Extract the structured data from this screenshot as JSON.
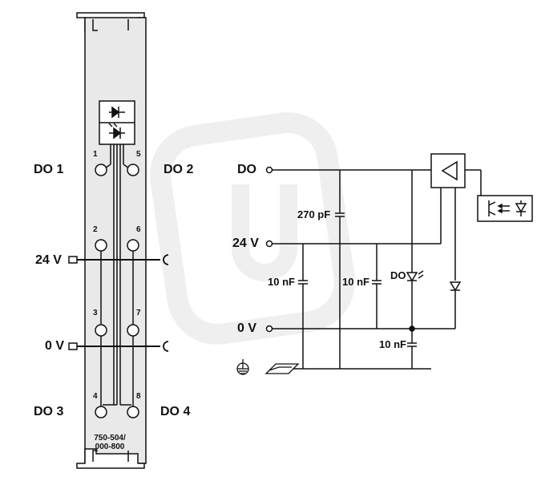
{
  "module": {
    "part_number_line1": "750-504/",
    "part_number_line2": "000-800",
    "pin_numbers": [
      "1",
      "2",
      "3",
      "4",
      "5",
      "6",
      "7",
      "8"
    ],
    "labels": {
      "do1": "DO 1",
      "do2": "DO 2",
      "do3": "DO 3",
      "do4": "DO 4",
      "v24": "24 V",
      "v0": "0 V"
    }
  },
  "circuit": {
    "labels": {
      "do": "DO",
      "v24": "24 V",
      "v0": "0 V",
      "c_270pf": "270 pF",
      "c_10nf_a": "10 nF",
      "c_10nf_b": "10 nF",
      "c_10nf_c": "10 nF",
      "led_do": "DO"
    }
  },
  "colors": {
    "line": "#111111",
    "module_fill": "#e9e9e9",
    "watermark": "#f0f0f0"
  },
  "icons": [
    "diode-icon",
    "led-icon",
    "optocoupler-icon",
    "amplifier-icon",
    "ground-icon",
    "din-rail-icon"
  ]
}
